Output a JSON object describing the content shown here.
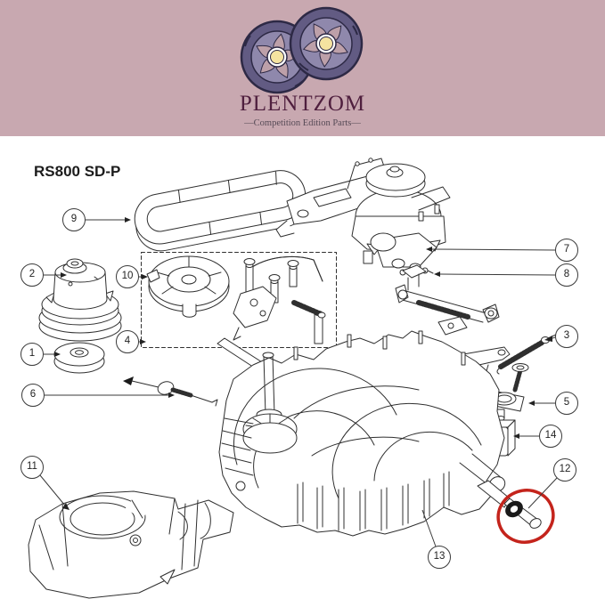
{
  "brand": {
    "name": "PLENTZOM",
    "tagline": "—Competition Edition Parts—"
  },
  "diagram": {
    "model_label": "RS800 SD-P",
    "callouts": [
      {
        "label": "1"
      },
      {
        "label": "2"
      },
      {
        "label": "3"
      },
      {
        "label": "4"
      },
      {
        "label": "5"
      },
      {
        "label": "6"
      },
      {
        "label": "7"
      },
      {
        "label": "8"
      },
      {
        "label": "9"
      },
      {
        "label": "10"
      },
      {
        "label": "11"
      },
      {
        "label": "12"
      },
      {
        "label": "13"
      },
      {
        "label": "14"
      }
    ],
    "highlighted_part_callout": "12"
  },
  "colors": {
    "header_background": "#c8a8b0",
    "wheel_tire": "#625b83",
    "wheel_outline": "#2d2945",
    "wheel_hub": "#f5e3a0",
    "brand_text": "#4f1f3e",
    "line_art": "#2f2f2f",
    "highlight_circle": "#c4241c"
  }
}
